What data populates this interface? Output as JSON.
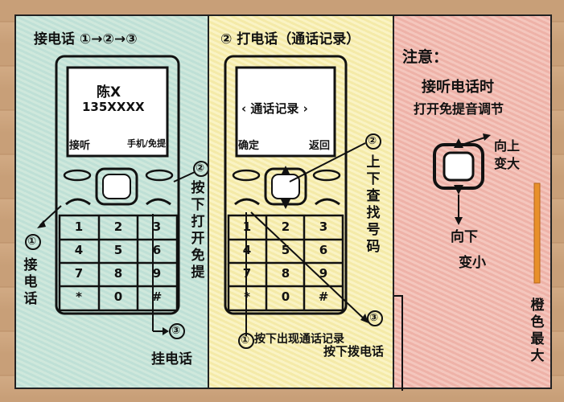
{
  "panel1": {
    "title": "接电话 ①→②→③",
    "screen_name": "陈X",
    "screen_number": "135XXXX",
    "soft_left": "接听",
    "soft_right": "手机/免提",
    "note_step2": "按下打开免提",
    "step1_circle": "①",
    "step1_text": "接电话",
    "step2_circle": "②",
    "step3_circle": "③",
    "step3_text": "挂电话",
    "keys": [
      "1",
      "2",
      "3",
      "4",
      "5",
      "6",
      "7",
      "8",
      "9",
      "*",
      "0",
      "#"
    ]
  },
  "panel2": {
    "title": "② 打电话（通话记录）",
    "screen_text": "‹ 通话记录 ›",
    "soft_left": "确定",
    "soft_right": "返回",
    "note_step2": "上下查找号码",
    "step1_circle": "①",
    "step1_text": "按下出现通话记录",
    "step2_circle": "②",
    "step3_circle": "③",
    "step3_text": "按下拨电话",
    "keys": [
      "1",
      "2",
      "3",
      "4",
      "5",
      "6",
      "7",
      "8",
      "9",
      "*",
      "0",
      "#"
    ]
  },
  "panel3": {
    "title": "注意：",
    "line1": "接听电话时",
    "line2": "打开免提音调节",
    "up_text_1": "向上",
    "up_text_2": "变大",
    "down_text_1": "向下",
    "down_text_2": "变小",
    "max_text": "橙色最大"
  },
  "colors": {
    "panel1_bg": "#cfe8dc",
    "panel2_bg": "#faf3c4",
    "panel3_bg": "#f4c6bd",
    "accent_orange": "#e8902a",
    "ink": "#111111"
  }
}
